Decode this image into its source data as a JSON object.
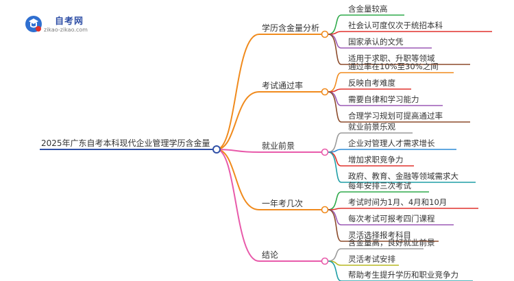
{
  "logo": {
    "name": "自考网",
    "url": "zikao-zikao.com"
  },
  "mindmap": {
    "root": "2025年广东自考本科现代企业管理学历含金量",
    "branches": [
      {
        "label": "学历含金量分析",
        "color": "#f08a1c",
        "children": [
          {
            "label": "含金量较高",
            "color": "#2eaa4a"
          },
          {
            "label": "社会认可度仅次于统招本科",
            "color": "#e0312b"
          },
          {
            "label": "国家承认的文凭",
            "color": "#9b59b6"
          },
          {
            "label": "适用于求职、升职等领域",
            "color": "#8b4a2a"
          }
        ]
      },
      {
        "label": "考试通过率",
        "color": "#f08a1c",
        "children": [
          {
            "label": "通过率在10%至30%之间",
            "color": "#f08a1c"
          },
          {
            "label": "反映自考难度",
            "color": "#e0312b"
          },
          {
            "label": "需要自律和学习能力",
            "color": "#9b59b6"
          },
          {
            "label": "合理学习规划可提高通过率",
            "color": "#8b4a2a"
          }
        ]
      },
      {
        "label": "就业前景",
        "color": "#e85aaa",
        "children": [
          {
            "label": "就业前景乐观",
            "color": "#9a9a9a"
          },
          {
            "label": "企业对管理人才需求增长",
            "color": "#2b8bd6"
          },
          {
            "label": "增加求职竞争力",
            "color": "#e0312b"
          },
          {
            "label": "政府、教育、金融等领域需求大",
            "color": "#1e9ea6"
          }
        ]
      },
      {
        "label": "一年考几次",
        "color": "#f08a1c",
        "children": [
          {
            "label": "每年安排三次考试",
            "color": "#2eaa4a"
          },
          {
            "label": "考试时间为1月、4月和10月",
            "color": "#e0312b"
          },
          {
            "label": "每次考试可报考四门课程",
            "color": "#9b59b6"
          },
          {
            "label": "灵活选择报考科目",
            "color": "#8b4a2a"
          }
        ]
      },
      {
        "label": "结论",
        "color": "#e85aaa",
        "children": [
          {
            "label": "含金量高，良好就业前景",
            "color": "#9a9a9a"
          },
          {
            "label": "灵活考试安排",
            "color": "#b8b820"
          },
          {
            "label": "帮助考生提升学历和职业竞争力",
            "color": "#1e9ea6"
          }
        ]
      }
    ]
  }
}
